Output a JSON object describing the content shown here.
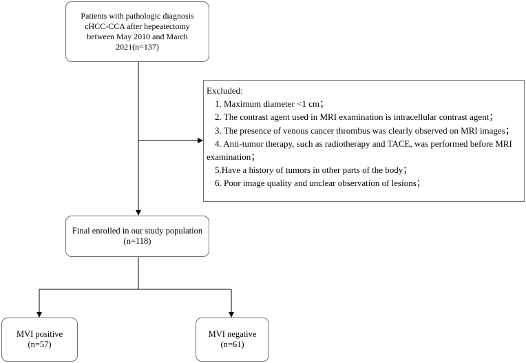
{
  "flowchart": {
    "start": {
      "lines": [
        "Patients with pathologic diagnosis",
        "cHCC-CCA after hepeatectomy",
        "between May 2010 and March",
        "2021(n=137)"
      ]
    },
    "excluded": {
      "title": "Excluded:",
      "items": [
        "1. Maximum diameter <1 cm；",
        "2. The contrast agent used in MRI examination is intracellular contrast agent；",
        "3. The presence of venous cancer thrombus was clearly observed on MRI images；",
        "4. Anti-tumor therapy, such as radiotherapy and TACE, was performed before MRI examination；",
        "5.Have a history of tumors in other parts of the body；",
        "6. Poor image quality and unclear observation of lesions；"
      ]
    },
    "enrolled": {
      "lines": [
        "Final enrolled in our study population",
        "(n=118)"
      ]
    },
    "mvi_positive": {
      "lines": [
        "MVI positive",
        "(n=57)"
      ]
    },
    "mvi_negative": {
      "lines": [
        "MVI negative",
        "(n=61)"
      ]
    }
  },
  "colors": {
    "box_border": "#6f6f6f",
    "line": "#000000",
    "background": "#ffffff"
  }
}
